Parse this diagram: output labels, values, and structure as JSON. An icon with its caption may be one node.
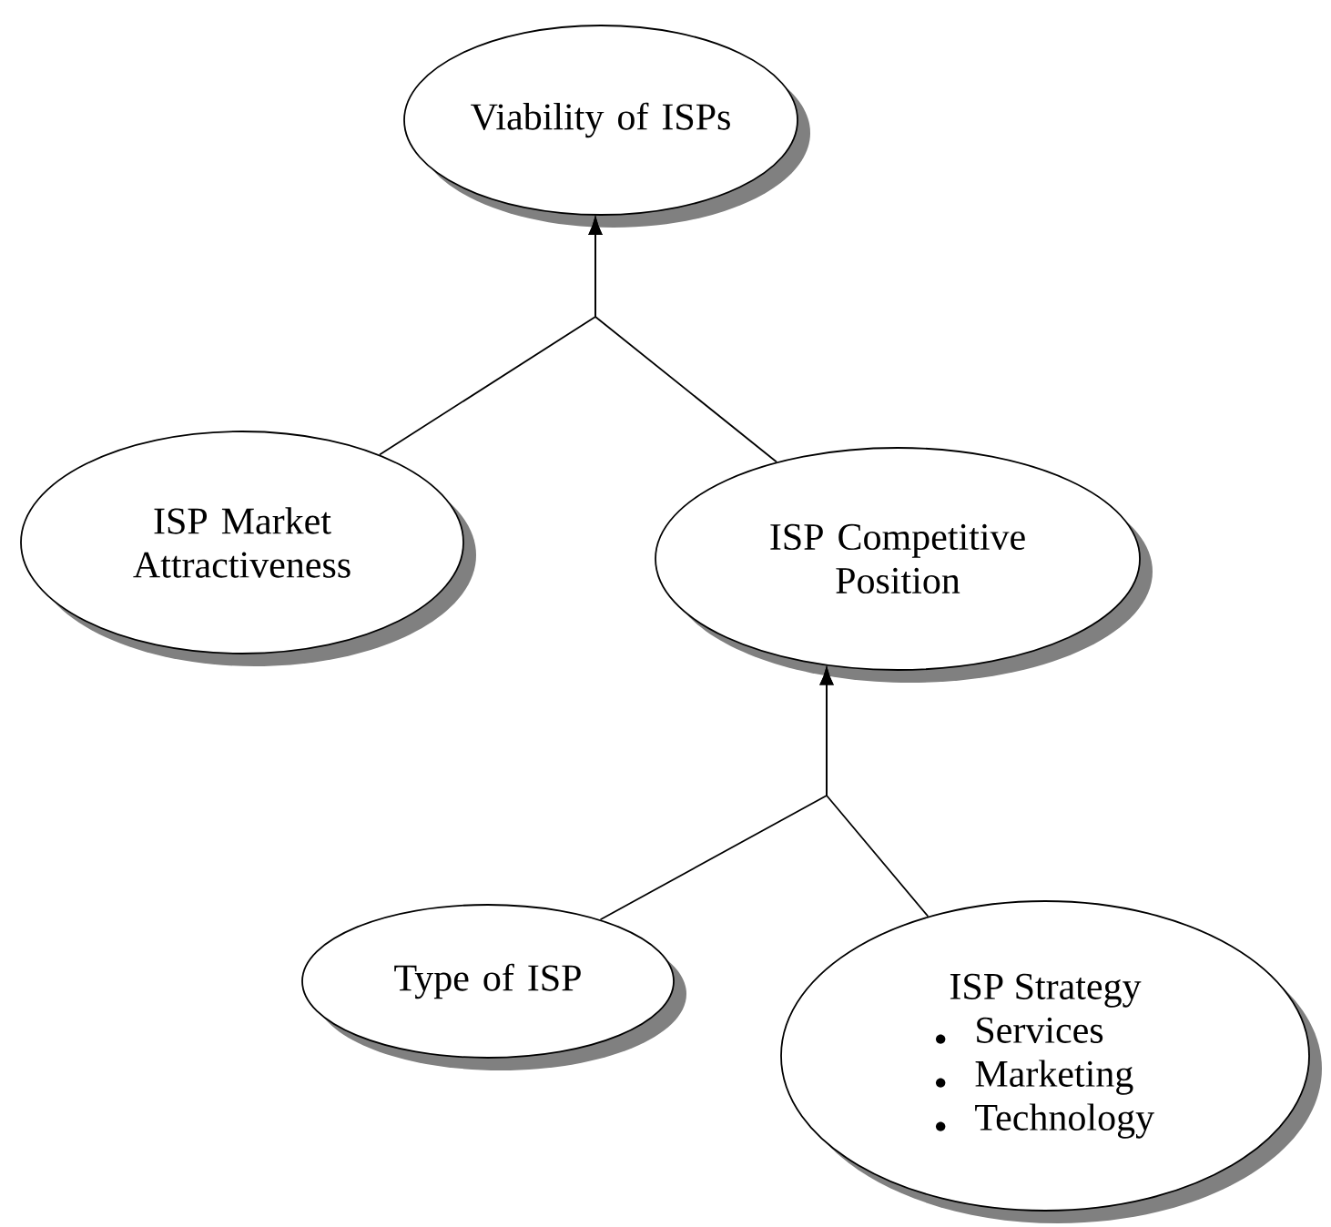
{
  "diagram": {
    "nodes": [
      {
        "text": [
          "Viability of ISPs"
        ]
      },
      {
        "text": [
          "ISP Market Attractiveness"
        ]
      },
      {
        "text": [
          "ISP Competitive Position"
        ]
      },
      {
        "text": [
          "Type of ISP"
        ]
      },
      {
        "text": [
          "ISP Strategy",
          "Services",
          "Marketing",
          "Technology"
        ]
      }
    ],
    "edges": [
      {
        "from": 1,
        "to": 0,
        "arrow": "to"
      },
      {
        "from": 2,
        "to": 0,
        "arrow": "to"
      },
      {
        "from": 3,
        "to": 2,
        "arrow": "to"
      },
      {
        "from": 4,
        "to": 2,
        "arrow": "to"
      }
    ]
  }
}
